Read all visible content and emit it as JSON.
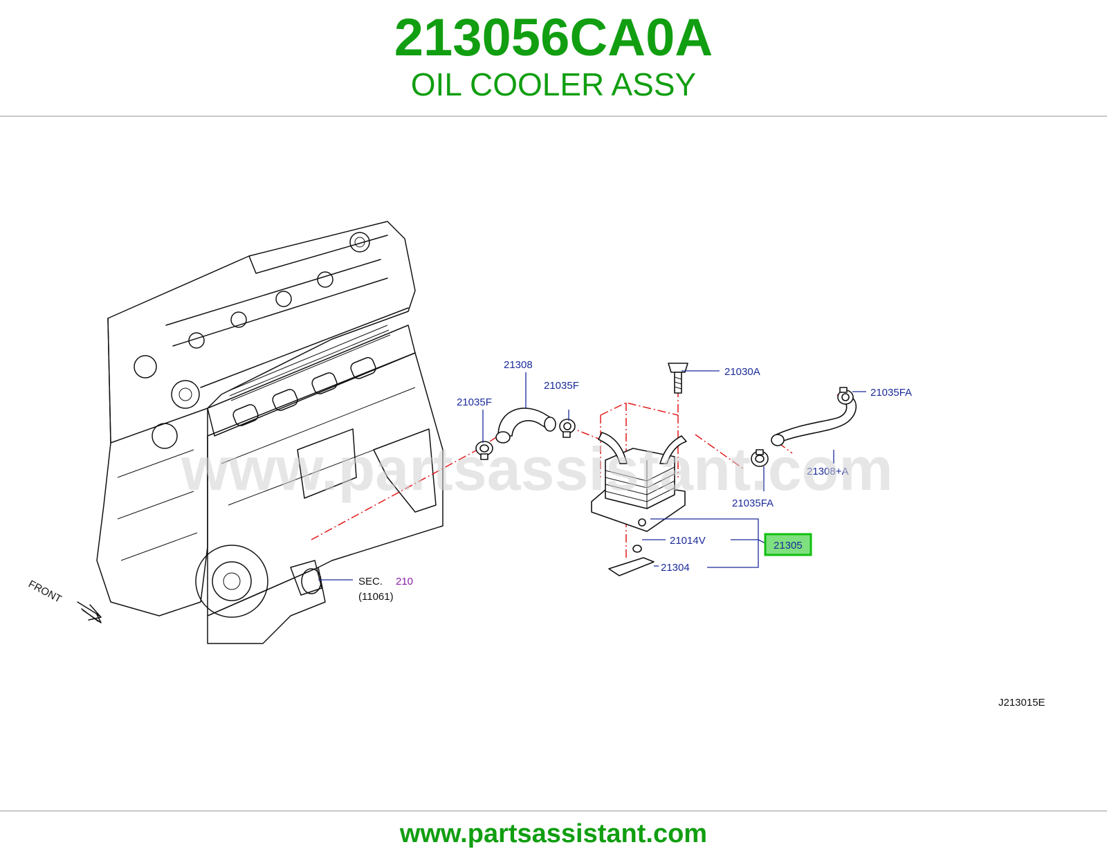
{
  "header": {
    "part_number": "213056CA0A",
    "part_name": "OIL COOLER ASSY"
  },
  "footer": {
    "url": "www.partsassistant.com"
  },
  "diagram": {
    "watermark": "www.partsassistant.com",
    "diagram_code": "J213015E",
    "front_label": "FRONT",
    "section_ref": {
      "prefix": "SEC.",
      "number": "210",
      "sub": "(11061)"
    },
    "callouts": {
      "hose_upper": "21308",
      "clamp_left_a": "21035F",
      "clamp_left_b": "21035F",
      "bolt": "21030A",
      "clamp_right_top": "21035FA",
      "hose_right": "21308+A",
      "clamp_right_bottom": "21035FA",
      "o_ring": "21014V",
      "gasket": "21304",
      "assembly_highlight": "21305"
    },
    "colors": {
      "title_green": "#119e11",
      "callout_blue": "#1a2a9a",
      "guide_red": "#e21818",
      "highlight_green": "#7fe07f",
      "section_purple": "#8a1ea8"
    }
  }
}
